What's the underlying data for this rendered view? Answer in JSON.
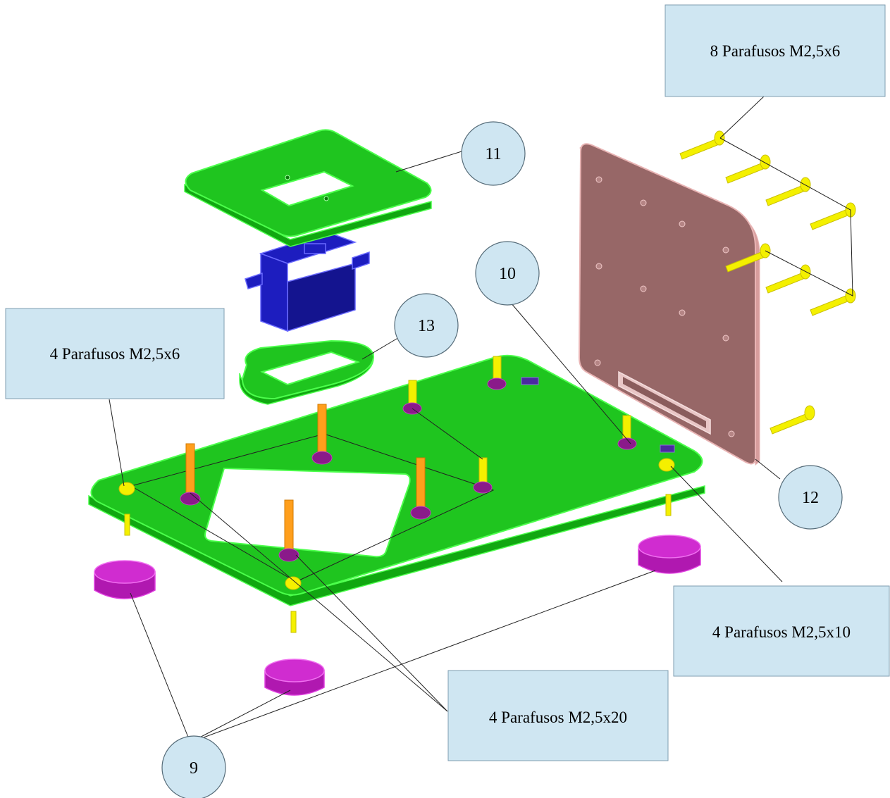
{
  "callouts": {
    "screws_8_m25x6": "8 Parafusos M2,5x6",
    "screws_4_m25x6": "4 Parafusos M2,5x6",
    "screws_4_m25x10": "4 Parafusos M2,5x10",
    "screws_4_m25x20": "4 Parafusos M2,5x20"
  },
  "part_numbers": {
    "p9": "9",
    "p10": "10",
    "p11": "11",
    "p12": "12",
    "p13": "13"
  },
  "colors": {
    "label_box": "#cfe6f2",
    "base_plate": "#1fc51f",
    "back_plate": "#976767",
    "servo": "#1d1dbf",
    "feet": "#b018b0",
    "screws": "#f4f000",
    "spacers": "#ff9f1c"
  }
}
